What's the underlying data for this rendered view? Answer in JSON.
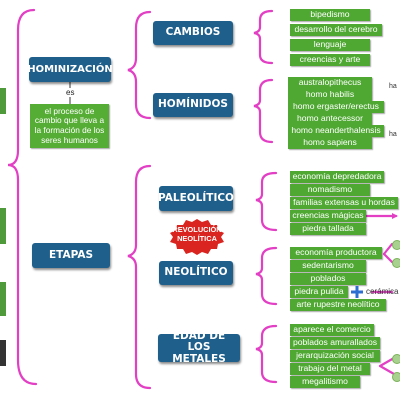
{
  "hominizacion": {
    "title": "HOMINIZACIÓN",
    "link_word": "es",
    "description": "el proceso de cambio que lleva a la formación de los seres humanos",
    "cambios": {
      "title": "CAMBIOS",
      "items": [
        "bipedismo",
        "desarrollo del cerebro",
        "lenguaje",
        "creencias y arte"
      ]
    },
    "hominidos": {
      "title": "HOMÍNIDOS",
      "items": [
        "australopithecus",
        "homo habilis",
        "homo ergaster/erectus",
        "homo antecessor",
        "homo neanderthalensis",
        "homo sapiens"
      ],
      "side_label": "ha"
    }
  },
  "etapas": {
    "title": "ETAPAS",
    "paleolitico": {
      "title": "PALEOLÍTICO",
      "items": [
        "economía depredadora",
        "nomadismo",
        "familias extensas u hordas",
        "creencias mágicas",
        "piedra tallada"
      ]
    },
    "badge": "REVOLUCIÓN NEOLÍTICA",
    "neolitico": {
      "title": "NEOLÍTICO",
      "items": [
        "economía productora",
        "sedentarismo",
        "poblados",
        "piedra pulida",
        "arte rupestre neolítico"
      ],
      "side_label": "cerámica"
    },
    "metales": {
      "title": "EDAD DE LOS METALES",
      "items": [
        "aparece el comercio",
        "poblados amurallados",
        "jerarquización social",
        "trabajo del metal",
        "megalitismo"
      ]
    }
  },
  "colors": {
    "blue_box": "#1f5f8b",
    "green_box": "#4fa832",
    "bracket": "#e23fc5",
    "badge": "#d9241f"
  }
}
